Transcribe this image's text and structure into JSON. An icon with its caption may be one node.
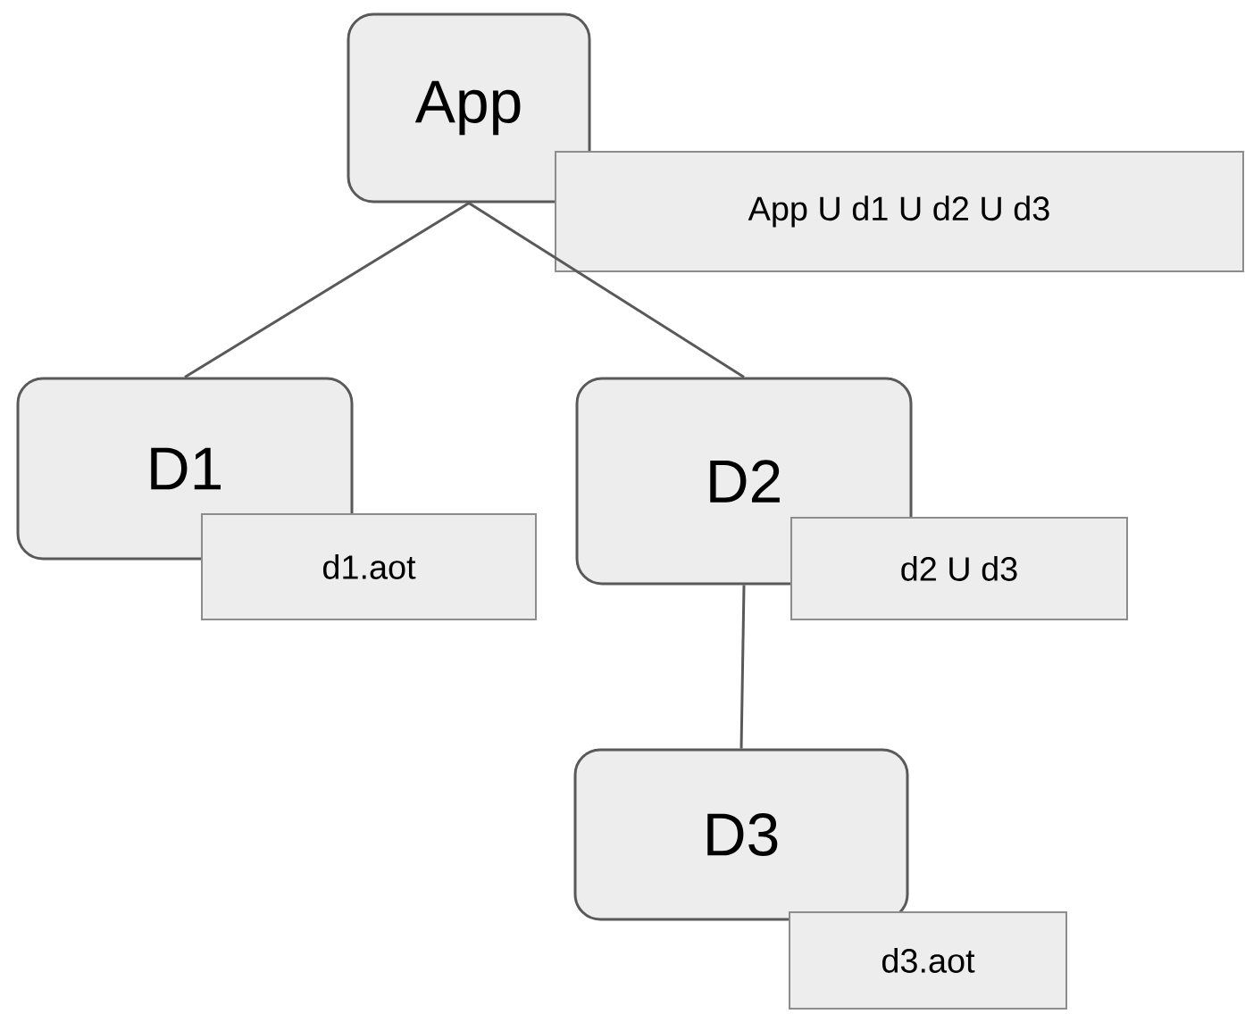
{
  "diagram": {
    "nodes": [
      {
        "text": [
          "App"
        ]
      },
      {
        "text": [
          "App U d1 U d2 U d3"
        ]
      },
      {
        "text": [
          "D1"
        ]
      },
      {
        "text": [
          "d1.aot"
        ]
      },
      {
        "text": [
          "D2"
        ]
      },
      {
        "text": [
          "d2 U d3"
        ]
      },
      {
        "text": [
          "D3"
        ]
      },
      {
        "text": [
          "d3.aot"
        ]
      }
    ],
    "edges": [
      {
        "from": 0,
        "to": 2,
        "arrow": "none"
      },
      {
        "from": 0,
        "to": 4,
        "arrow": "none"
      },
      {
        "from": 4,
        "to": 6,
        "arrow": "none"
      }
    ]
  }
}
